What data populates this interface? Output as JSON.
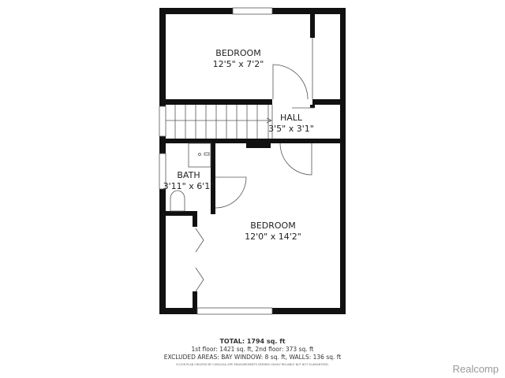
{
  "rooms": [
    {
      "name": "BEDROOM",
      "size": "12'5\" x 7'2\""
    },
    {
      "name": "HALL",
      "size": "3'5\" x 3'1\""
    },
    {
      "name": "BATH",
      "size": "3'11\" x 6'1\""
    },
    {
      "name": "BEDROOM",
      "size": "12'0\" x 14'2\""
    }
  ],
  "footer": {
    "total": "TOTAL: 1794 sq. ft",
    "floors": "1st floor: 1421 sq. ft, 2nd floor: 373 sq. ft",
    "excluded": "EXCLUDED AREAS: BAY WINDOW: 8 sq. ft, WALLS: 136 sq. ft",
    "disclaimer": "FLOOR PLAN CREATED BY CUBICASA APP. MEASUREMENTS DEEMED HIGHLY RELIABLE BUT NOT GUARANTEED."
  },
  "watermark": "Realcomp",
  "colors": {
    "wall": "#111111",
    "line": "#555555"
  }
}
